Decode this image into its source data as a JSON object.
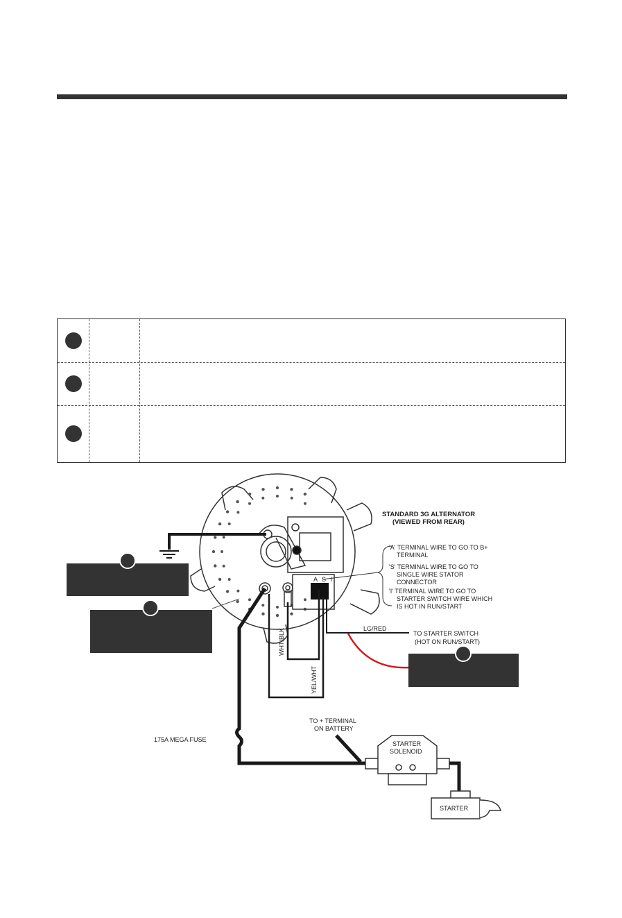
{
  "diagram": {
    "title": "STANDARD 3G ALTERNATOR",
    "subtitle": "(VIEWED FROM REAR)",
    "terminal_letters": "A S I",
    "notes": [
      "'A' TERMINAL WIRE TO GO TO  B+",
      "TERMINAL",
      "'S' TERMINAL  WIRE TO GO TO",
      "SINGLE WIRE STATOR",
      "CONNECTOR",
      "'I' TERMINAL  WIRE TO GO TO",
      "STARTER SWITCH WIRE WHICH",
      "IS HOT IN RUN/START"
    ],
    "wire_lgred": "LG/RED",
    "starter_switch": [
      "TO STARTER SWITCH",
      "(HOT ON RUN/START)"
    ],
    "wire_whtblk": "WHT/BLK",
    "wire_yelwht": "YEL/WHT",
    "battery_terminal": [
      "TO + TERMINAL",
      "ON BATTERY"
    ],
    "fuse": "175A MEGA FUSE",
    "solenoid": [
      "STARTER",
      "SOLENOID"
    ],
    "starter": "STARTER"
  },
  "colors": {
    "wire": "#1a1a1a",
    "red_wire": "#d11a1a",
    "label_box": "#333333"
  }
}
